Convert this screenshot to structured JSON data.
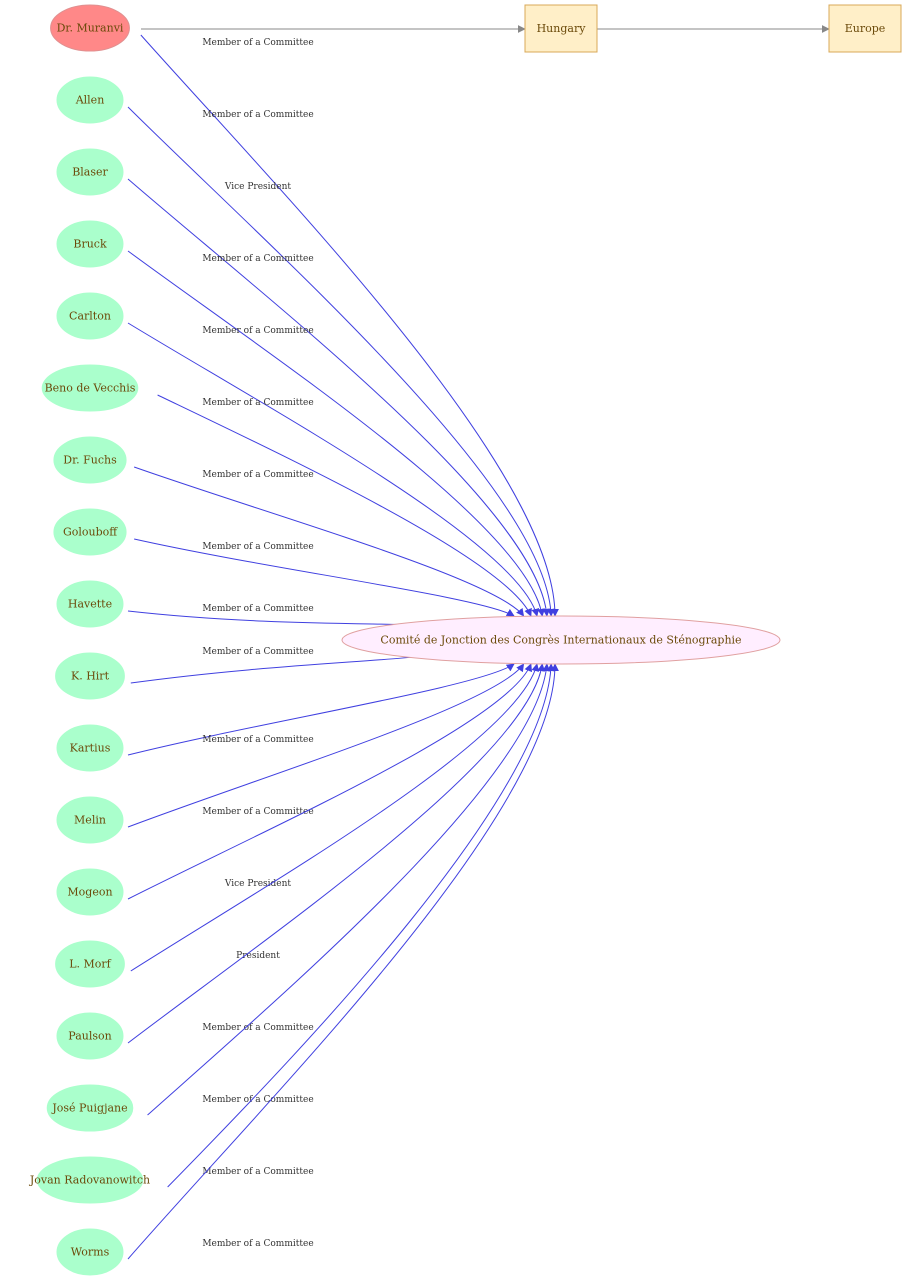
{
  "colors": {
    "edge_blue": "#4040e0",
    "edge_gray": "#888888",
    "person_fill": "#aaffcc",
    "focus_fill": "#ff8888",
    "focus_stroke": "#e09090",
    "org_fill": "#ffeeff",
    "org_stroke": "#e0a0a0",
    "place_fill": "#ffefc8",
    "place_stroke": "#d8a858"
  },
  "organization": {
    "label": "Comité de Jonction des Congrès Internationaux de Sténographie"
  },
  "places": [
    {
      "id": "hungary",
      "label": "Hungary"
    },
    {
      "id": "europe",
      "label": "Europe"
    }
  ],
  "people": [
    {
      "id": "muranvi",
      "label": "Dr. Muranvi",
      "role": "Member of a Committee",
      "focus": true
    },
    {
      "id": "allen",
      "label": "Allen",
      "role": "Member of a Committee"
    },
    {
      "id": "blaser",
      "label": "Blaser",
      "role": "Vice President"
    },
    {
      "id": "bruck",
      "label": "Bruck",
      "role": "Member of a Committee"
    },
    {
      "id": "carlton",
      "label": "Carlton",
      "role": "Member of a Committee"
    },
    {
      "id": "devecchis",
      "label": "Beno  de Vecchis",
      "role": "Member of a Committee"
    },
    {
      "id": "fuchs",
      "label": "Dr. Fuchs",
      "role": "Member of a Committee"
    },
    {
      "id": "golouboff",
      "label": "Golouboff",
      "role": "Member of a Committee"
    },
    {
      "id": "havette",
      "label": "Havette",
      "role": "Member of a Committee"
    },
    {
      "id": "hirt",
      "label": "K.  Hirt",
      "role": "Member of a Committee"
    },
    {
      "id": "kartius",
      "label": "Kartius",
      "role": "Member of a Committee"
    },
    {
      "id": "melin",
      "label": "Melin",
      "role": "Member of a Committee"
    },
    {
      "id": "mogeon",
      "label": "Mogeon",
      "role": "Vice President"
    },
    {
      "id": "morf",
      "label": "L.  Morf",
      "role": "President"
    },
    {
      "id": "paulson",
      "label": "Paulson",
      "role": "Member of a Committee"
    },
    {
      "id": "puigjane",
      "label": "José Puigjane",
      "role": "Member of a Committee"
    },
    {
      "id": "radovanowitch",
      "label": "Jovan Radovanowitch",
      "role": "Member of a Committee"
    },
    {
      "id": "worms",
      "label": "Worms",
      "role": "Member of a Committee"
    }
  ]
}
